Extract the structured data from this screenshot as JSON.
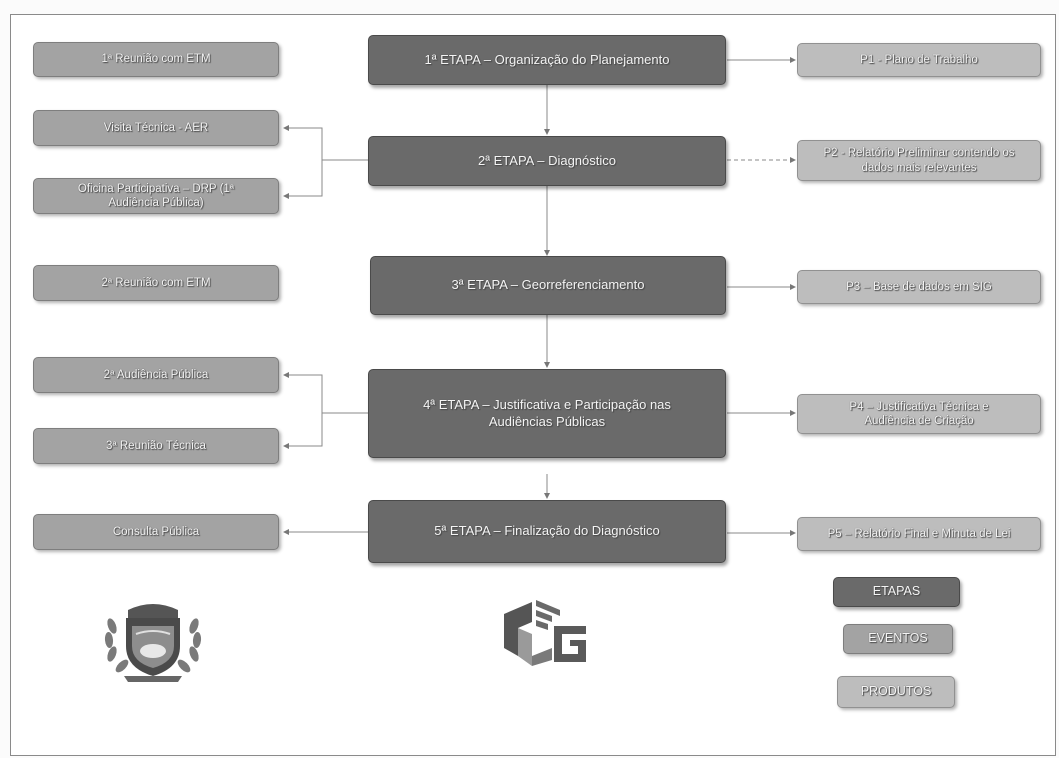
{
  "etapas": [
    {
      "label": "1ª ETAPA – Organização do Planejamento"
    },
    {
      "label": "2ª ETAPA – Diagnóstico"
    },
    {
      "label": "3ª ETAPA – Georreferenciamento"
    },
    {
      "label": "4ª ETAPA – Justificativa e Participação nas Audiências Públicas"
    },
    {
      "label": "5ª ETAPA – Finalização do Diagnóstico"
    }
  ],
  "eventos": [
    {
      "label": "1ª Reunião com ETM"
    },
    {
      "label": "Visita Técnica - AER"
    },
    {
      "label": "Oficina Participativa – DRP (1ª Audiência Pública)"
    },
    {
      "label": "2ª Reunião com ETM"
    },
    {
      "label": "2ª Audiência Pública"
    },
    {
      "label": "3ª Reunião Técnica"
    },
    {
      "label": "Consulta Pública"
    }
  ],
  "produtos": [
    {
      "label": "P1 - Plano de Trabalho"
    },
    {
      "label": "P2 - Relatório Preliminar contendo os dados mais relevantes"
    },
    {
      "label": "P3 – Base de dados em SIG"
    },
    {
      "label": "P4 – Justificativa Técnica e Audiência de Criação"
    },
    {
      "label": "P5 – Relatório Final e Minuta de Lei"
    }
  ],
  "legend": {
    "etapas": "ETAPAS",
    "eventos": "EVENTOS",
    "produtos": "PRODUTOS"
  },
  "colors": {
    "etapa": "#6a6a6a",
    "evento": "#a3a3a3",
    "produto": "#bdbdbd"
  },
  "icons": [
    "coat-of-arms-icon",
    "eg-logo-icon"
  ]
}
